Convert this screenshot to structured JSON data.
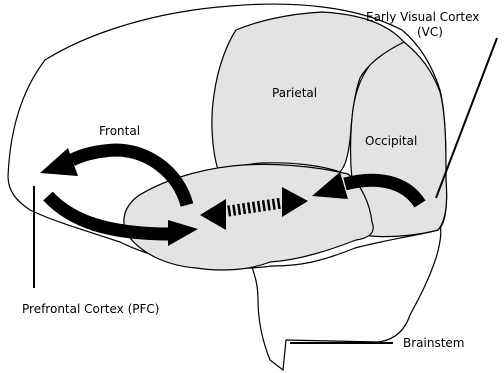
{
  "labels": {
    "frontal": "Frontal",
    "parietal": "Parietal",
    "occipital": "Occipital",
    "early_vc_line1": "Early Visual Cortex",
    "early_vc_line2": "(VC)",
    "pfc": "Prefrontal Cortex (PFC)",
    "brainstem": "Brainstem"
  },
  "colors": {
    "lobe_fill": "#e3e3e3",
    "outline": "#000000",
    "arrow": "#000000",
    "background": "#ffffff"
  }
}
